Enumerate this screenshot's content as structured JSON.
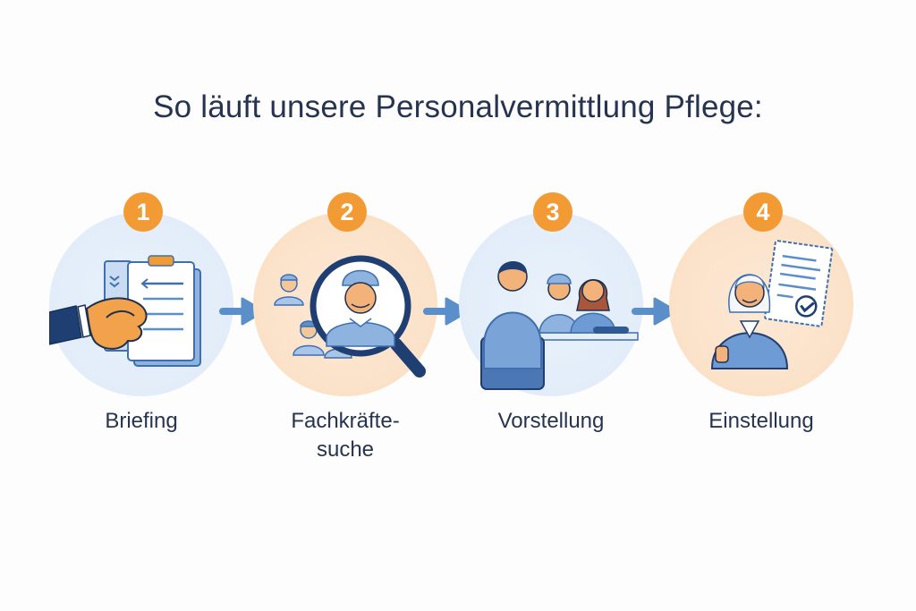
{
  "title": "So läuft unsere Personalvermittlung Pflege:",
  "colors": {
    "badge": "#f29b35",
    "arrow": "#5b8fc9",
    "title_text": "#26344f",
    "circle_blue": "#e2edf9",
    "circle_peach": "#fbe1c8"
  },
  "steps": [
    {
      "number": "1",
      "label_line1": "Briefing",
      "label_line2": "",
      "icon": "handshake-clipboard-icon",
      "bg": "blue"
    },
    {
      "number": "2",
      "label_line1": "Fachkräfte-",
      "label_line2": "suche",
      "icon": "magnifier-candidate-icon",
      "bg": "peach"
    },
    {
      "number": "3",
      "label_line1": "Vorstellung",
      "label_line2": "",
      "icon": "interview-meeting-icon",
      "bg": "blue"
    },
    {
      "number": "4",
      "label_line1": "Einstellung",
      "label_line2": "",
      "icon": "hired-contract-icon",
      "bg": "peach"
    }
  ],
  "arrows": [
    {
      "icon": "arrow-right-icon"
    },
    {
      "icon": "arrow-right-icon"
    },
    {
      "icon": "arrow-right-icon"
    }
  ]
}
